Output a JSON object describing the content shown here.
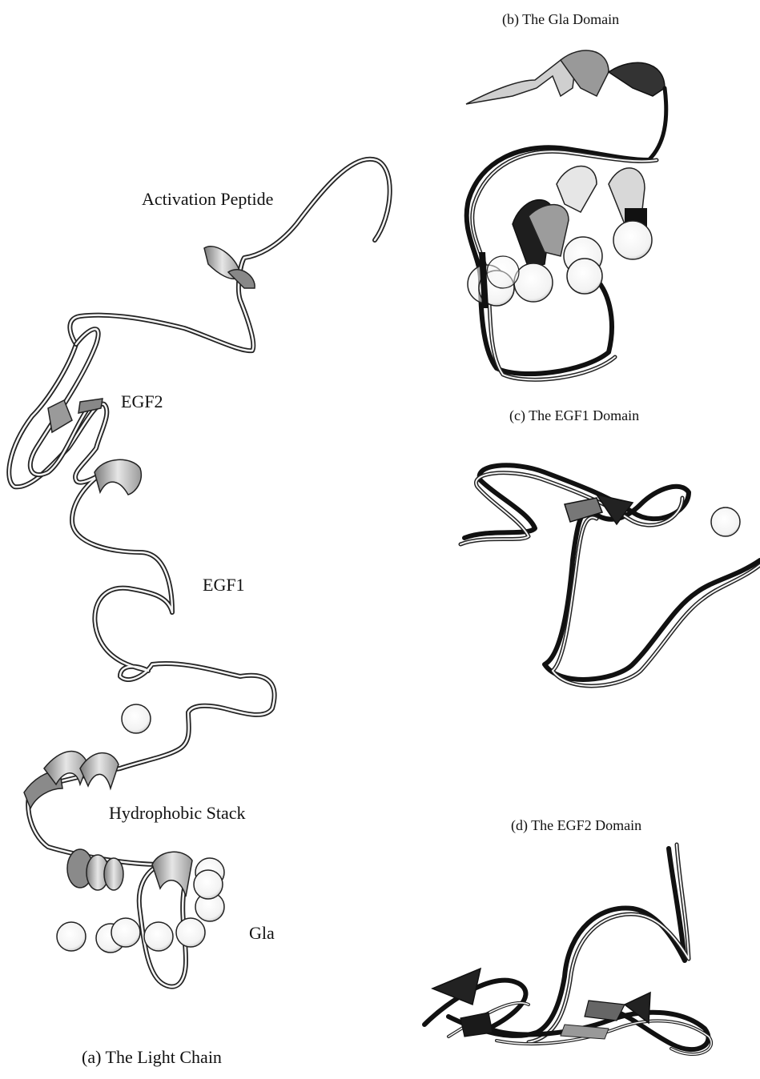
{
  "panels": {
    "a": {
      "caption": "(a) The Light Chain",
      "labels": {
        "activation_peptide": "Activation Peptide",
        "egf2": "EGF2",
        "egf1": "EGF1",
        "hydrophobic_stack": "Hydrophobic Stack",
        "gla": "Gla"
      },
      "ion_count": 9
    },
    "b": {
      "caption": "(b) The Gla Domain",
      "ion_count": 7
    },
    "c": {
      "caption": "(c) The EGF1 Domain",
      "ion_count": 1
    },
    "d": {
      "caption": "(d) The EGF2 Domain",
      "ion_count": 0
    }
  },
  "colors": {
    "outline": "#222222",
    "ribbon_fill": "#f4f4f4",
    "helix_shade": "#9a9a9a",
    "dark_backbone": "#111111",
    "background": "#ffffff"
  }
}
